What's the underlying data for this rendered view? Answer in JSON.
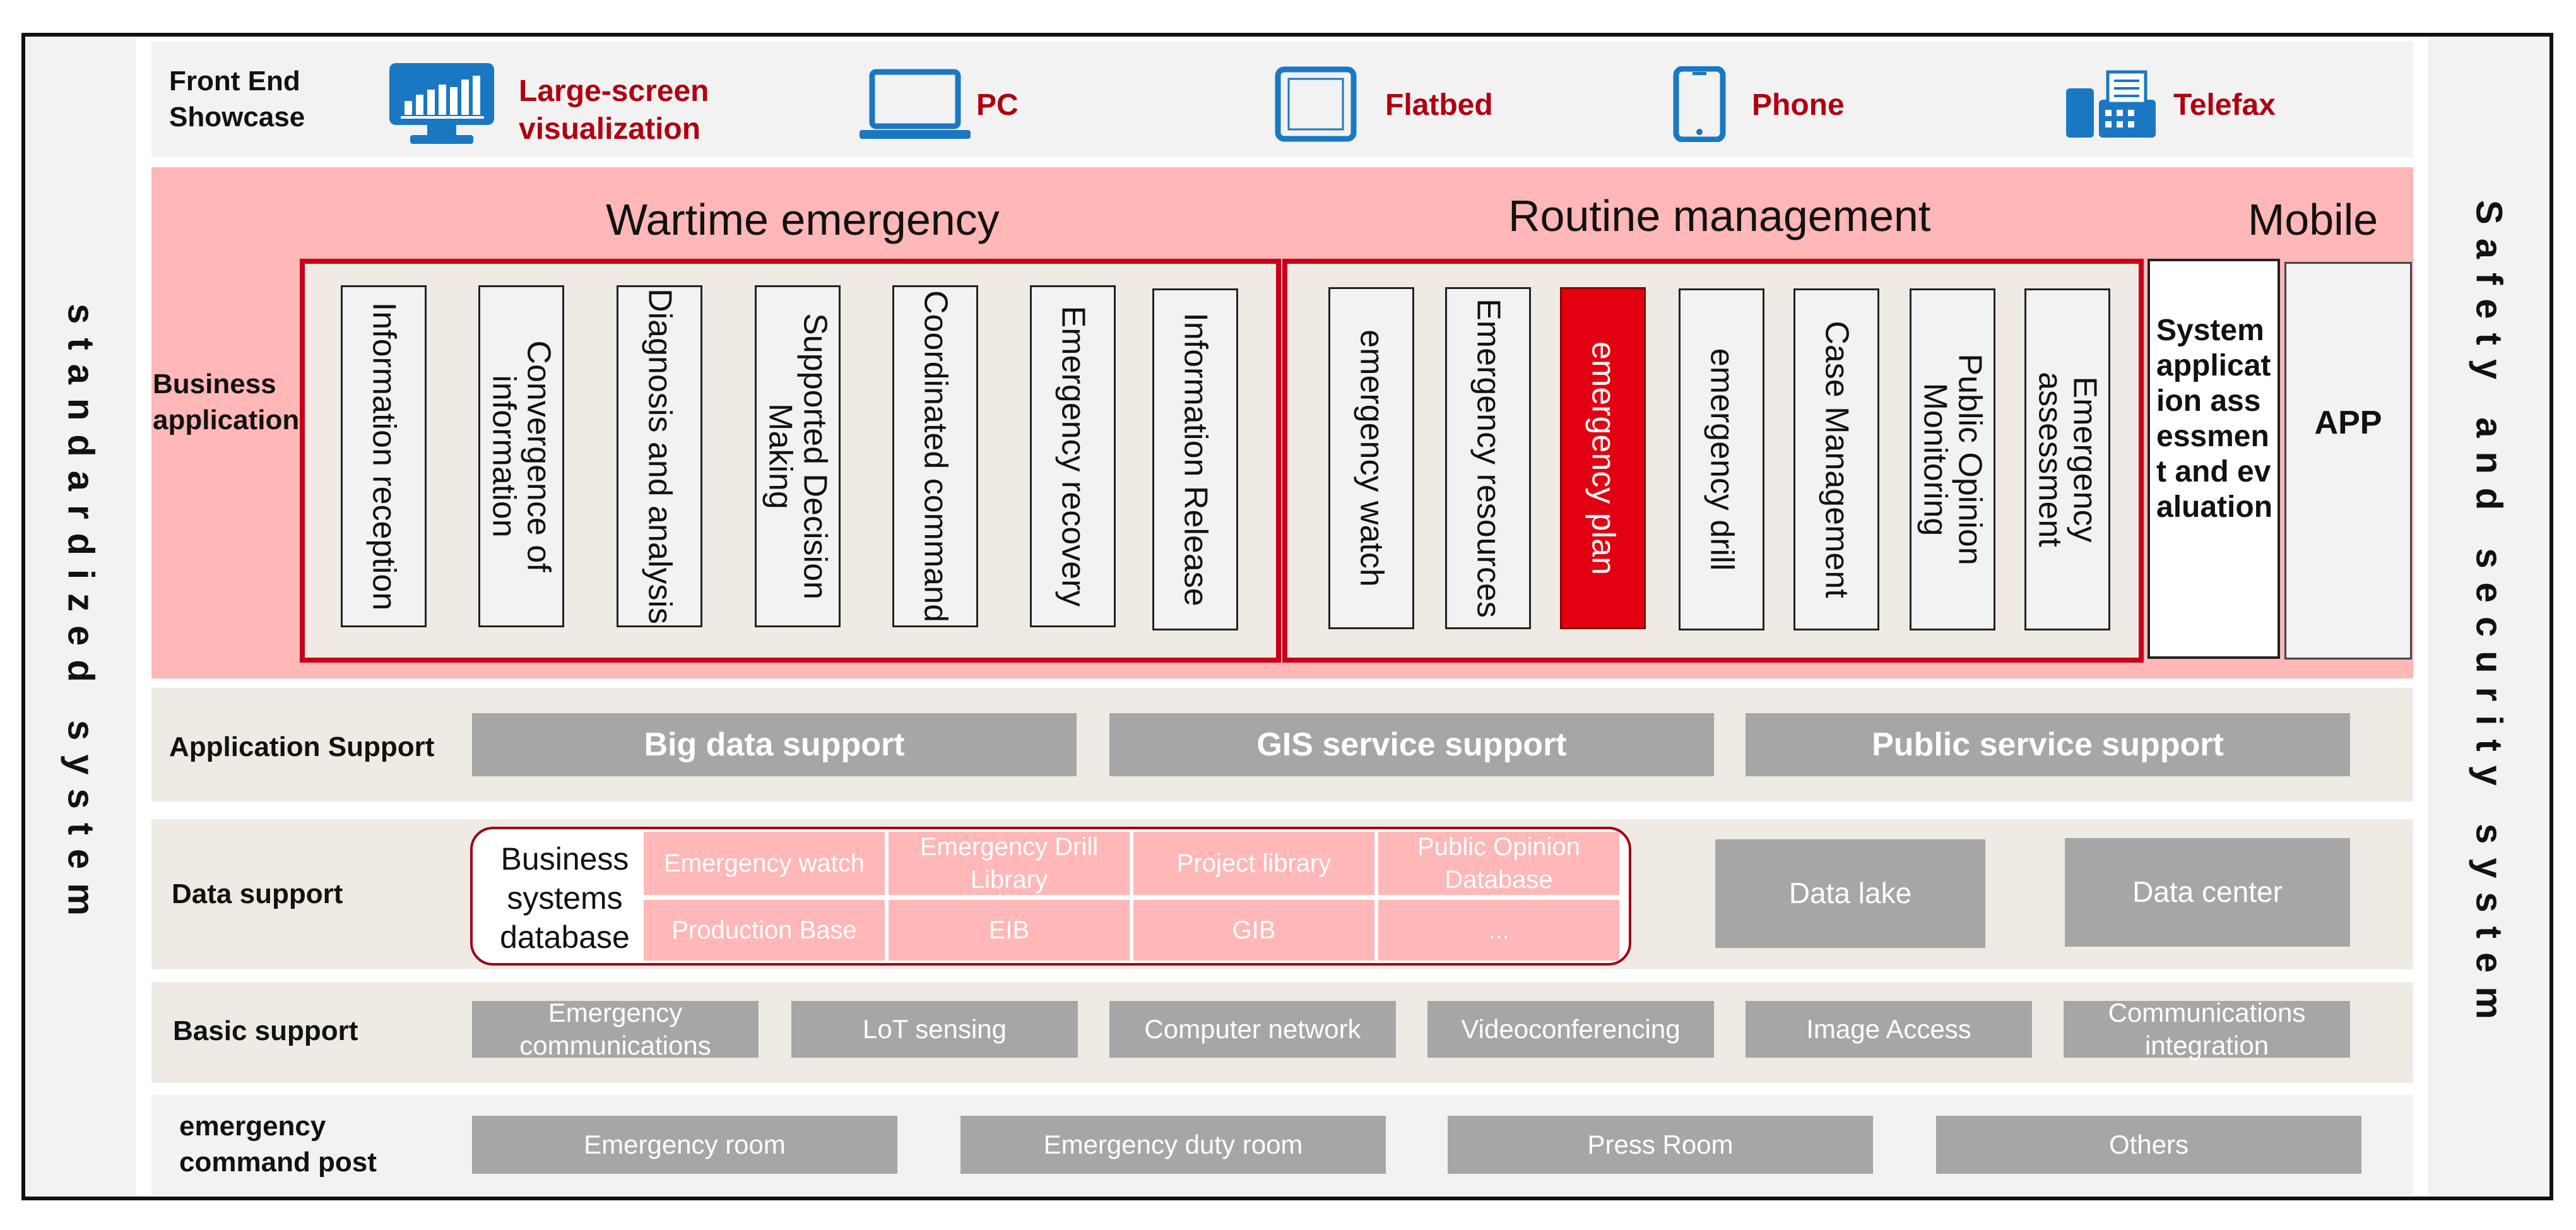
{
  "left_system": "standardized system",
  "right_system": "Safety and security system",
  "front_end": {
    "label": "Front End Showcase",
    "items": [
      {
        "label": "Large-screen visualization",
        "icon": "monitor-chart-icon"
      },
      {
        "label": "PC",
        "icon": "laptop-icon"
      },
      {
        "label": "Flatbed",
        "icon": "tablet-icon"
      },
      {
        "label": "Phone",
        "icon": "phone-icon"
      },
      {
        "label": "Telefax",
        "icon": "fax-icon"
      }
    ]
  },
  "business": {
    "label": "Business application",
    "wartime": {
      "title": "Wartime emergency",
      "items": [
        "Information reception",
        "Convergence of information",
        "Diagnosis and analysis",
        "Supported Decision Making",
        "Coordinated command",
        "Emergency recovery",
        "Information Release"
      ]
    },
    "routine": {
      "title": "Routine management",
      "items": [
        "emergency watch",
        "Emergency resources",
        "emergency plan",
        "emergency drill",
        "Case Management",
        "Public Opinion Monitoring",
        "Emergency assessment"
      ]
    },
    "mobile": {
      "title": "Mobile",
      "items": [
        "System application assessment and evaluation",
        "APP"
      ]
    }
  },
  "app_support": {
    "label": "Application Support",
    "items": [
      "Big data support",
      "GIS service support",
      "Public service support"
    ]
  },
  "data_support": {
    "label": "Data support",
    "db_label": "Business systems database",
    "grid": [
      "Emergency watch",
      "Emergency Drill Library",
      "Project library",
      "Public Opinion Database",
      "Production Base",
      "EIB",
      "GIB",
      "..."
    ],
    "others": [
      "Data lake",
      "Data center"
    ]
  },
  "basic_support": {
    "label": "Basic support",
    "items": [
      "Emergency communications",
      "LoT sensing",
      "Computer network",
      "Videoconferencing",
      "Image Access",
      "Communications integration"
    ]
  },
  "command_post": {
    "label": "emergency command post",
    "items": [
      "Emergency room",
      "Emergency duty room",
      "Press Room",
      "Others"
    ]
  },
  "colors": {
    "accent_red": "#c8001a",
    "highlight_red": "#e30010",
    "pink_band": "#ffb7b7",
    "grey_block": "#a6a6a6",
    "icon_blue": "#1a78c2"
  }
}
